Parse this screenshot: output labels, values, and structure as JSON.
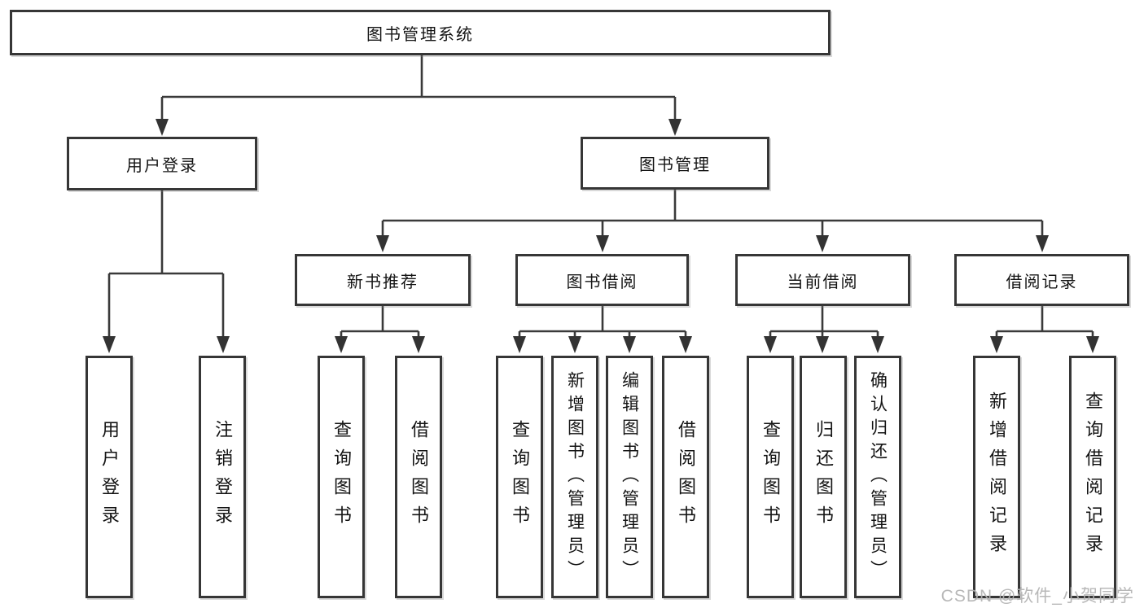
{
  "diagram": {
    "root": {
      "label": "图书管理系统"
    },
    "level2": [
      {
        "id": "user-login",
        "label": "用户登录"
      },
      {
        "id": "book-management",
        "label": "图书管理"
      }
    ],
    "level3": [
      {
        "id": "new-book-recommend",
        "label": "新书推荐"
      },
      {
        "id": "book-borrow",
        "label": "图书借阅"
      },
      {
        "id": "current-borrow",
        "label": "当前借阅"
      },
      {
        "id": "borrow-records",
        "label": "借阅记录"
      }
    ],
    "leaves": {
      "login": [
        {
          "label": "用户登录"
        },
        {
          "label": "注销登录"
        }
      ],
      "recommend": [
        {
          "label": "查询图书"
        },
        {
          "label": "借阅图书"
        }
      ],
      "borrow": [
        {
          "label": "查询图书"
        },
        {
          "label": "新增图书（管理员）"
        },
        {
          "label": "编辑图书（管理员）"
        },
        {
          "label": "借阅图书"
        }
      ],
      "current": [
        {
          "label": "查询图书"
        },
        {
          "label": "归还图书"
        },
        {
          "label": "确认归还（管理员）"
        }
      ],
      "records": [
        {
          "label": "新增借阅记录"
        },
        {
          "label": "查询借阅记录"
        }
      ]
    },
    "colors": {
      "line": "#3a3a3a",
      "box_border": "#363636",
      "box_fill": "#ffffff",
      "text": "#141414"
    }
  },
  "watermark": {
    "text": "CSDN @软件_小贺同学",
    "color": "#b2b2b2"
  }
}
